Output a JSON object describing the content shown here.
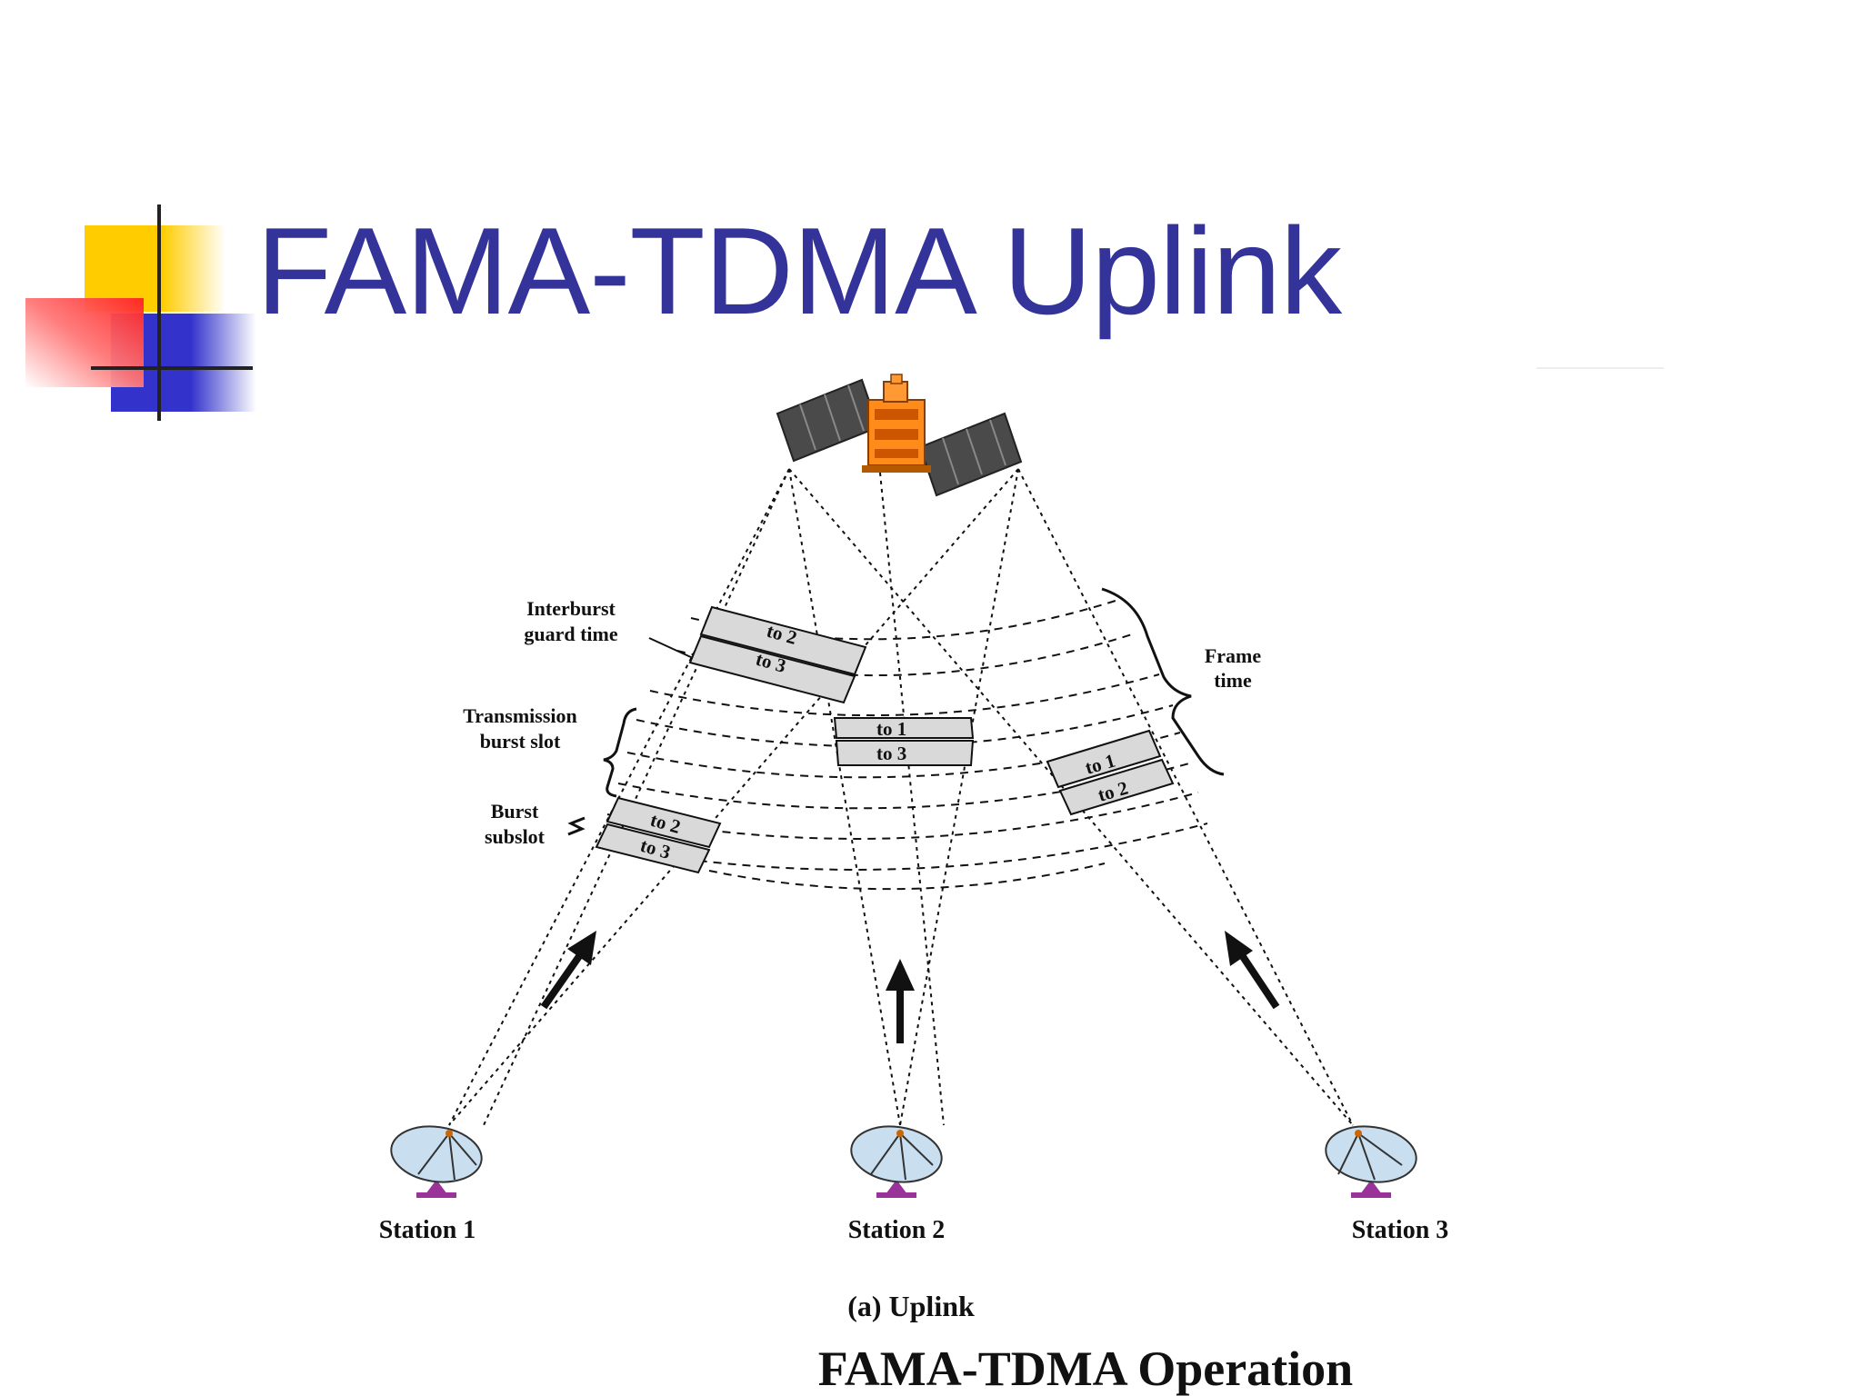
{
  "slide": {
    "title": "FAMA-TDMA Uplink"
  },
  "diagram": {
    "labels": {
      "interburst": [
        "Interburst",
        "guard time"
      ],
      "transmission": [
        "Transmission",
        "burst slot"
      ],
      "subslot": [
        "Burst",
        "subslot"
      ],
      "frame": [
        "Frame",
        "time"
      ]
    },
    "bursts": {
      "left_upper": [
        "to 2",
        "to 3"
      ],
      "center": [
        "to 1",
        "to 3"
      ],
      "right": [
        "to 1",
        "to 2"
      ],
      "left_lower": [
        "to 2",
        "to 3"
      ]
    },
    "stations": [
      "Station 1",
      "Station 2",
      "Station 3"
    ],
    "caption": "(a) Uplink",
    "figure_title": "FAMA-TDMA Operation"
  },
  "colors": {
    "title": "#333399",
    "logo_yellow": "#ffcc00",
    "logo_red": "#ff3333",
    "logo_blue": "#3333cc",
    "satellite_body": "#ff8c1a",
    "dish": "#c9dff0",
    "mount": "#993399",
    "slot_fill": "#d9d9d9"
  }
}
